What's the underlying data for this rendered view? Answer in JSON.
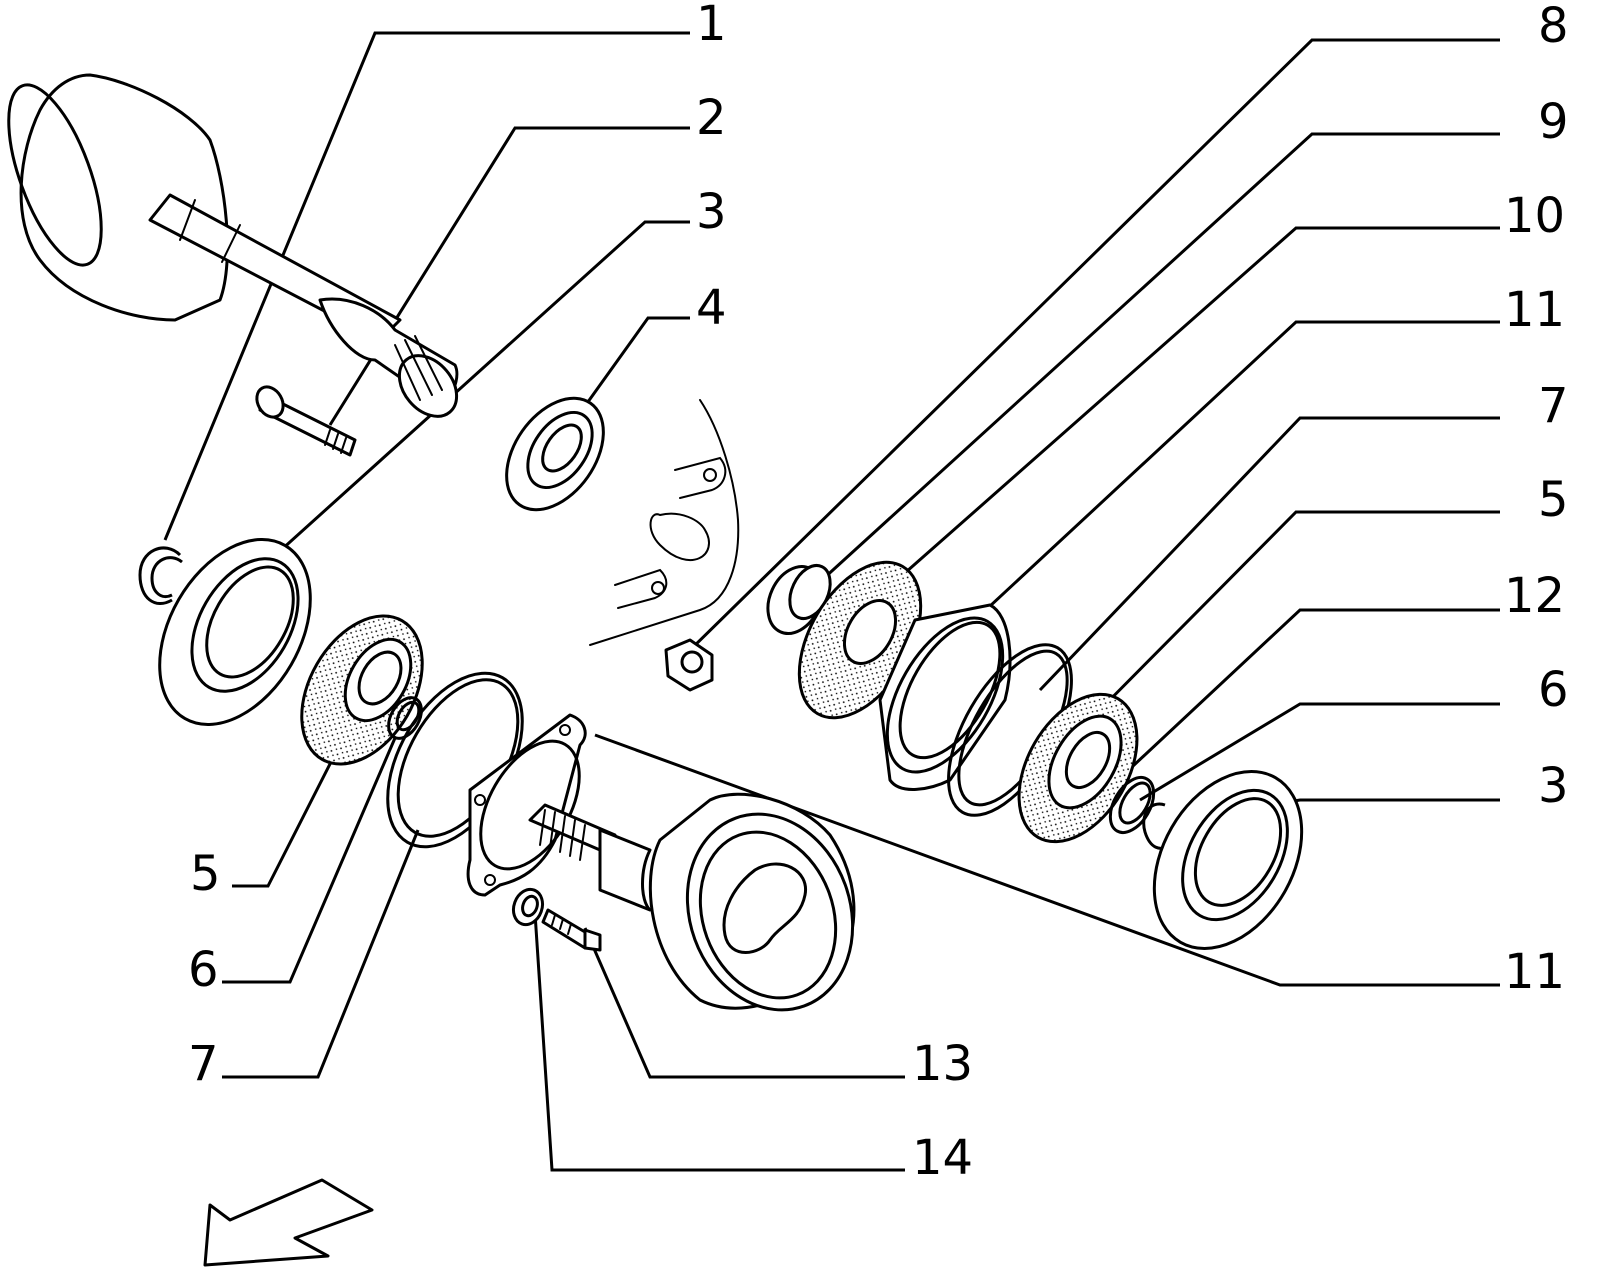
{
  "callouts": [
    {
      "id": "c1-top",
      "text": "1"
    },
    {
      "id": "c2-top",
      "text": "2"
    },
    {
      "id": "c3-top",
      "text": "3"
    },
    {
      "id": "c4-top",
      "text": "4"
    },
    {
      "id": "c8-right",
      "text": "8"
    },
    {
      "id": "c9-right",
      "text": "9"
    },
    {
      "id": "c10-right",
      "text": "10"
    },
    {
      "id": "c11-right-upper",
      "text": "11"
    },
    {
      "id": "c7-right",
      "text": "7"
    },
    {
      "id": "c5-right",
      "text": "5"
    },
    {
      "id": "c12-right",
      "text": "12"
    },
    {
      "id": "c6-right",
      "text": "6"
    },
    {
      "id": "c3-right",
      "text": "3"
    },
    {
      "id": "c11-right-lower",
      "text": "11"
    },
    {
      "id": "c5-left",
      "text": "5"
    },
    {
      "id": "c6-left",
      "text": "6"
    },
    {
      "id": "c7-left",
      "text": "7"
    },
    {
      "id": "c13-bottom",
      "text": "13"
    },
    {
      "id": "c14-bottom",
      "text": "14"
    }
  ],
  "colors": {
    "ink": "#000000",
    "paper": "#ffffff"
  },
  "icons": {
    "direction_arrow": "front-direction-arrow-icon"
  }
}
